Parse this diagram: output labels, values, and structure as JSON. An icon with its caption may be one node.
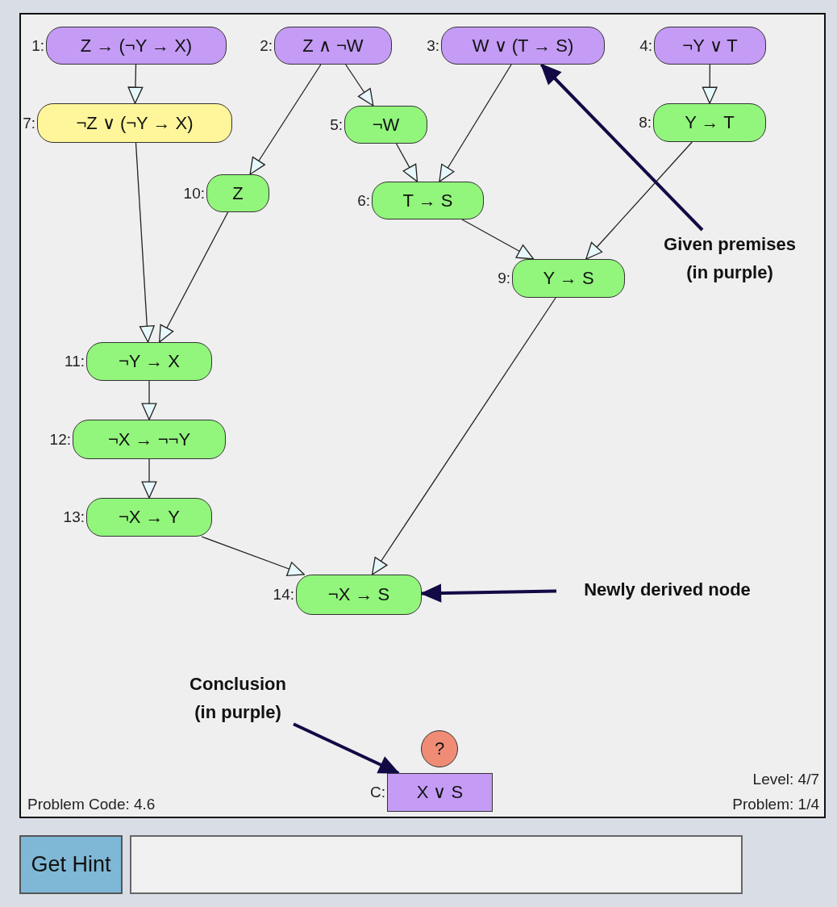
{
  "diagram": {
    "nodes": [
      {
        "text": [
          "Z → (¬Y → X)"
        ],
        "beside": [
          "1:"
        ]
      },
      {
        "text": [
          "Z ∧ ¬W"
        ],
        "beside": [
          "2:"
        ]
      },
      {
        "text": [
          "W ∨ (T → S)"
        ],
        "beside": [
          "3:"
        ]
      },
      {
        "text": [
          "¬Y ∨ T"
        ],
        "beside": [
          "4:"
        ]
      },
      {
        "text": [
          "¬Z ∨ (¬Y → X)"
        ],
        "beside": [
          "7:"
        ]
      },
      {
        "text": [
          "¬W"
        ],
        "beside": [
          "5:"
        ]
      },
      {
        "text": [
          "Z"
        ],
        "beside": [
          "10:"
        ]
      },
      {
        "text": [
          "T → S"
        ],
        "beside": [
          "6:"
        ]
      },
      {
        "text": [
          "Y → T"
        ],
        "beside": [
          "8:"
        ]
      },
      {
        "text": [
          "Y → S"
        ],
        "beside": [
          "9:"
        ]
      },
      {
        "text": [
          "¬Y → X"
        ],
        "beside": [
          "11:"
        ]
      },
      {
        "text": [
          "¬X → ¬¬Y"
        ],
        "beside": [
          "12:"
        ]
      },
      {
        "text": [
          "¬X → Y"
        ],
        "beside": [
          "13:"
        ]
      },
      {
        "text": [
          "¬X → S"
        ],
        "beside": [
          "14:"
        ]
      },
      {
        "text": [
          "?"
        ]
      },
      {
        "text": [
          "X ∨ S"
        ],
        "beside": [
          "C:"
        ]
      },
      {
        "text": [
          "Given premises (in purple)"
        ]
      },
      {
        "text": [
          "Newly derived node"
        ]
      },
      {
        "text": [
          "Conclusion (in purple)"
        ]
      }
    ],
    "edges": [
      {
        "from": 0,
        "to": 4,
        "arrow": "to"
      },
      {
        "from": 1,
        "to": 6,
        "arrow": "to"
      },
      {
        "from": 1,
        "to": 5,
        "arrow": "to"
      },
      {
        "from": 5,
        "to": 7,
        "arrow": "to"
      },
      {
        "from": 2,
        "to": 7,
        "arrow": "to"
      },
      {
        "from": 3,
        "to": 8,
        "arrow": "to"
      },
      {
        "from": 7,
        "to": 9,
        "arrow": "to"
      },
      {
        "from": 8,
        "to": 9,
        "arrow": "to"
      },
      {
        "from": 4,
        "to": 10,
        "arrow": "to"
      },
      {
        "from": 6,
        "to": 10,
        "arrow": "to"
      },
      {
        "from": 10,
        "to": 11,
        "arrow": "to"
      },
      {
        "from": 11,
        "to": 12,
        "arrow": "to"
      },
      {
        "from": 12,
        "to": 13,
        "arrow": "to"
      },
      {
        "from": 9,
        "to": 13,
        "arrow": "to"
      },
      {
        "from": 16,
        "to": 2,
        "arrow": "to",
        "style": "thick",
        "color": "#120a45"
      },
      {
        "from": 17,
        "to": 13,
        "arrow": "to",
        "style": "thick",
        "color": "#120a45"
      },
      {
        "from": 18,
        "to": 15,
        "arrow": "to",
        "style": "thick",
        "color": "#120a45"
      }
    ],
    "labels": [
      "Problem Code: 4.6",
      "Level: 4/7",
      "Problem: 1/4",
      "Get Hint"
    ]
  }
}
